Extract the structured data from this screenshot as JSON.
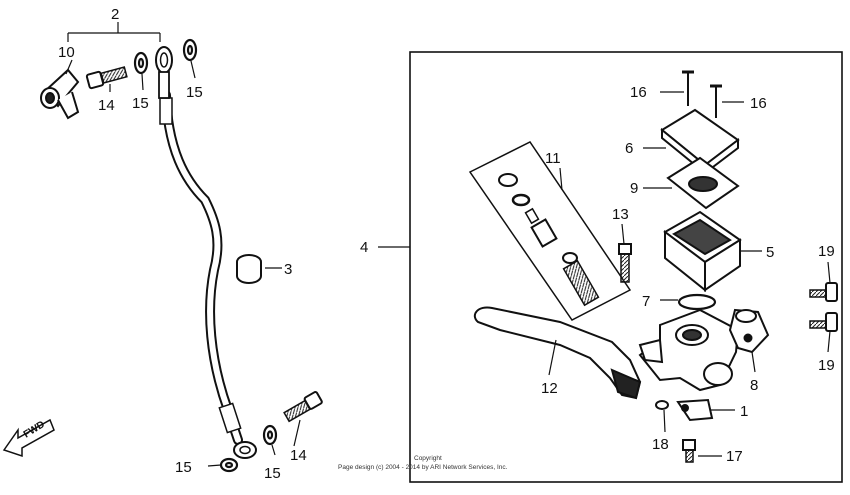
{
  "callouts": {
    "c1": "1",
    "c2": "2",
    "c3": "3",
    "c4": "4",
    "c5": "5",
    "c6": "6",
    "c7": "7",
    "c8": "8",
    "c9": "9",
    "c10": "10",
    "c11": "11",
    "c12": "12",
    "c13": "13",
    "c14a": "14",
    "c14b": "14",
    "c15a": "15",
    "c15b": "15",
    "c15c": "15",
    "c15d": "15",
    "c16a": "16",
    "c16b": "16",
    "c17": "17",
    "c18": "18",
    "c19a": "19",
    "c19b": "19"
  },
  "fwd_label": "FWD",
  "copyright": {
    "line1": "Copyright",
    "line2": "Page design (c) 2004 - 2014 by ARI Network Services, Inc."
  }
}
